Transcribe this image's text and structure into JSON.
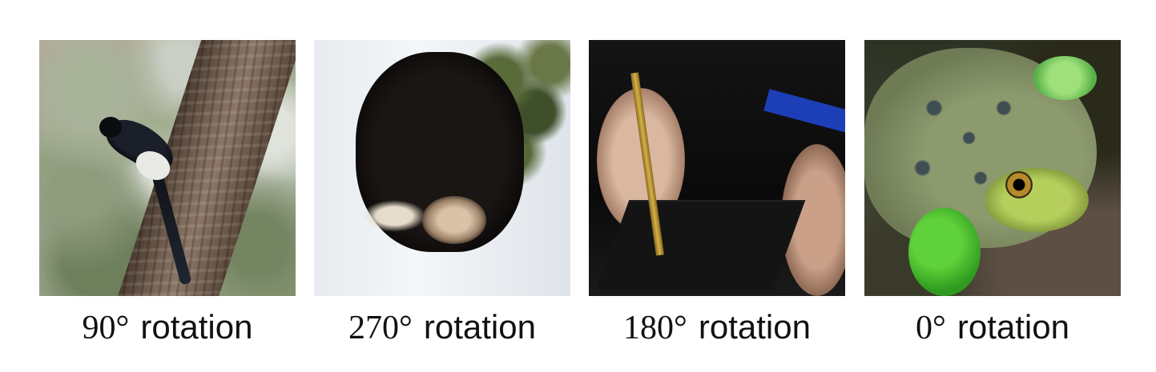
{
  "panels": [
    {
      "degree": "90°",
      "word": "rotation",
      "subject": "magpie on tree trunk"
    },
    {
      "degree": "270°",
      "word": "rotation",
      "subject": "black dog in snow"
    },
    {
      "degree": "180°",
      "word": "rotation",
      "subject": "graduate with cap and tassel"
    },
    {
      "degree": "0°",
      "word": "rotation",
      "subject": "frog among leaves"
    }
  ]
}
